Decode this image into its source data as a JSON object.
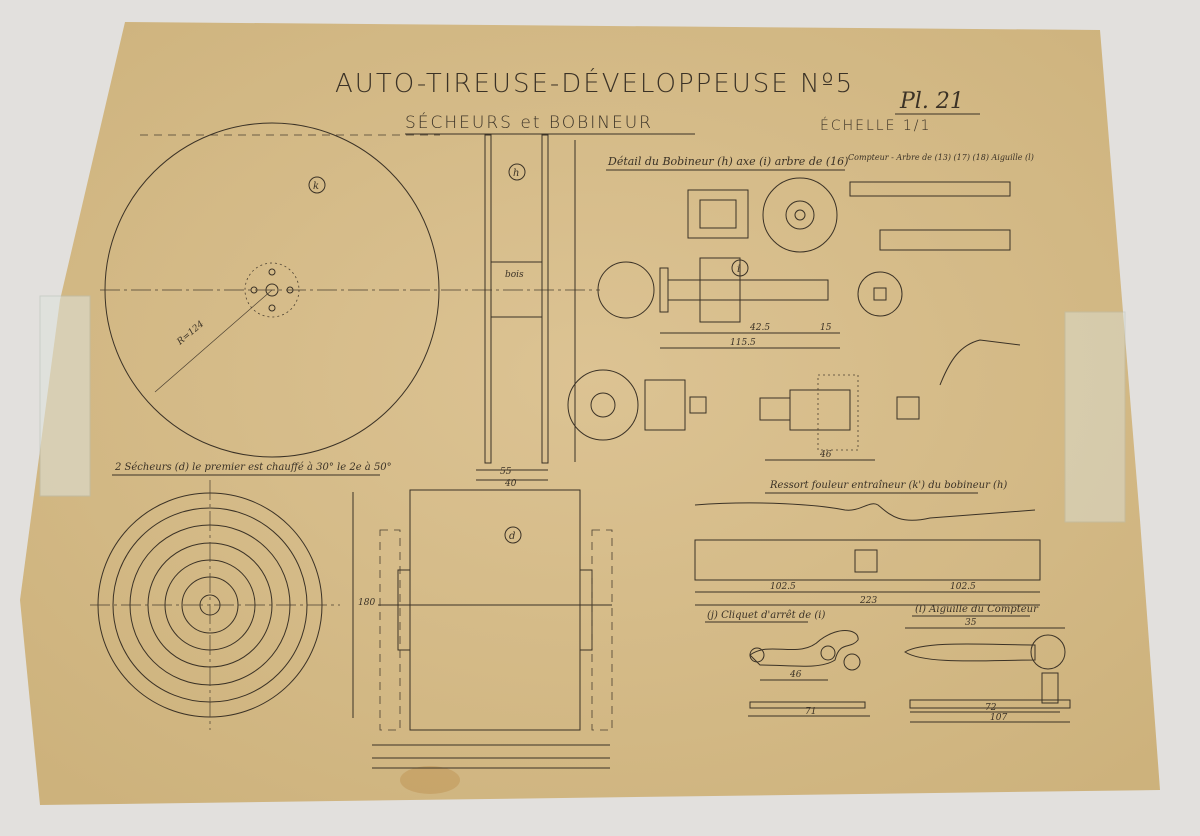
{
  "drawing": {
    "title": "AUTO-TIREUSE-DÉVELOPPEUSE Nº5",
    "plate": "Pl. 21",
    "subtitle": "SÉCHEURS et BOBINEUR",
    "scale": "ÉCHELLE 1/1",
    "labels": {
      "bobineur_detail": "Détail du Bobineur (h) axe (i) arbre de (16)",
      "compteur": "Compteur - Arbre de (13) (17) (18) Aiguille (l)",
      "secheurs": "2 Sécheurs (d) le premier est chauffé à 30° le 2e à 50°",
      "ressort": "Ressort fouleur entraîneur (k') du bobineur (h)",
      "cliquet": "(j) Cliquet d'arrêt de (i)",
      "aiguille": "(l) Aiguille du Compteur",
      "bois": "bois",
      "radius": "R=124",
      "ref_k": "k",
      "ref_h": "h",
      "ref_d": "d",
      "ref_i": "i"
    },
    "dimensions": {
      "d55": "55",
      "d40": "40",
      "d42_5": "42.5",
      "d115_5": "115.5",
      "d15": "15",
      "d223": "223",
      "d102_5a": "102.5",
      "d102_5b": "102.5",
      "d46": "46",
      "d35": "35",
      "d72": "72",
      "d107": "107",
      "d71": "71",
      "d180": "180"
    }
  },
  "colors": {
    "paper": "#d9c08e",
    "ink": "#3b3226",
    "background": "#e4e2df"
  }
}
